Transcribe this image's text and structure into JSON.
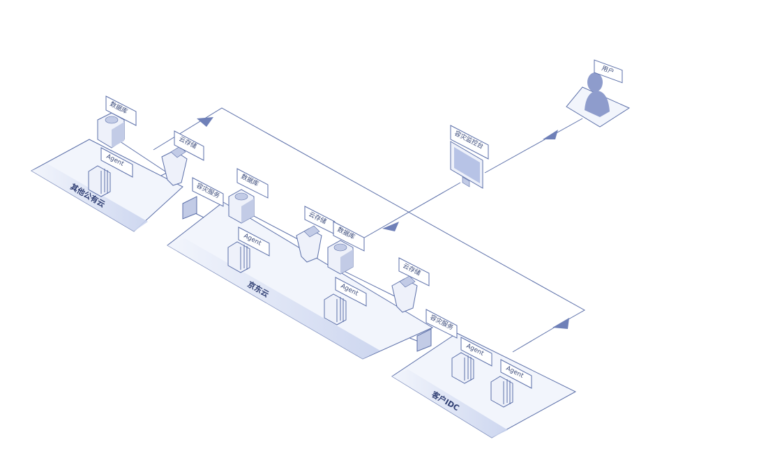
{
  "colors": {
    "line": "#5a6ea8",
    "plate_fill": "#f2f5fc",
    "plate_band": "#c9d3ee",
    "device_light": "#eef1fa",
    "device_mid": "#c2cbe6",
    "device_dark": "#8e9ccc",
    "screen": "#b7c3e6",
    "tag_fill": "#ffffff"
  },
  "zones": {
    "other_cloud": "其他公有云",
    "jd_cloud": "京东云",
    "customer_idc": "客户IDC"
  },
  "labels": {
    "user": "用户",
    "console": "容灾监控台",
    "database": "数据库",
    "cloud_storage": "云存储",
    "dr_service": "容灾服务",
    "agent": "Agent"
  },
  "icons": [
    "user-icon",
    "monitor-icon",
    "database-icon",
    "storage-icon",
    "server-icon",
    "service-box-icon",
    "arrow-icon"
  ]
}
